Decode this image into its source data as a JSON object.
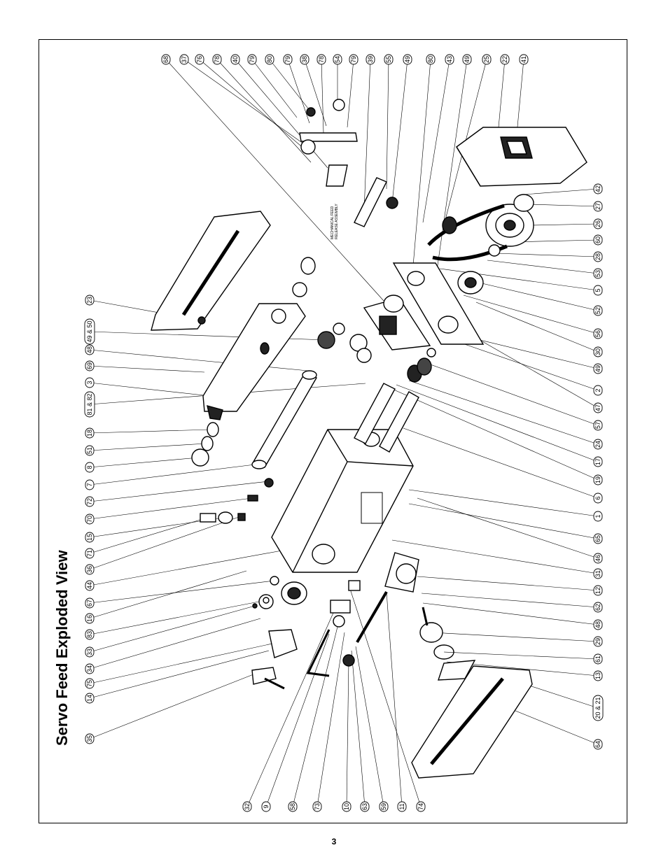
{
  "title": "Servo Feed Exploded View",
  "subassembly_label_1": "MECHANICAL FEED",
  "subassembly_label_2": "RELEASE ASSEMBLY",
  "page_number": "3",
  "callouts_top": [
    "68",
    "37",
    "76",
    "78",
    "40",
    "79",
    "80",
    "79",
    "38",
    "78",
    "54",
    "79",
    "39",
    "55",
    "49",
    "80",
    "43",
    "49",
    "25",
    "22",
    "41"
  ],
  "callouts_right": [
    "42",
    "27",
    "26",
    "60",
    "28",
    "53",
    "5",
    "52",
    "56",
    "30",
    "49",
    "2",
    "47",
    "57",
    "24",
    "17",
    "19",
    "6",
    "1",
    "65",
    "46",
    "31",
    "12",
    "62",
    "48",
    "29",
    "61",
    "13",
    "20 & 21",
    "64"
  ],
  "callouts_bottom": [
    "32",
    "9",
    "58",
    "73",
    "10",
    "63",
    "59",
    "11",
    "74"
  ],
  "callouts_left": [
    "23",
    "49 & 50",
    "48",
    "69",
    "3",
    "81 & 82",
    "18",
    "51",
    "8",
    "7",
    "72",
    "70",
    "15",
    "71",
    "36",
    "44",
    "67",
    "16",
    "83",
    "33",
    "34",
    "75",
    "14",
    "35"
  ]
}
